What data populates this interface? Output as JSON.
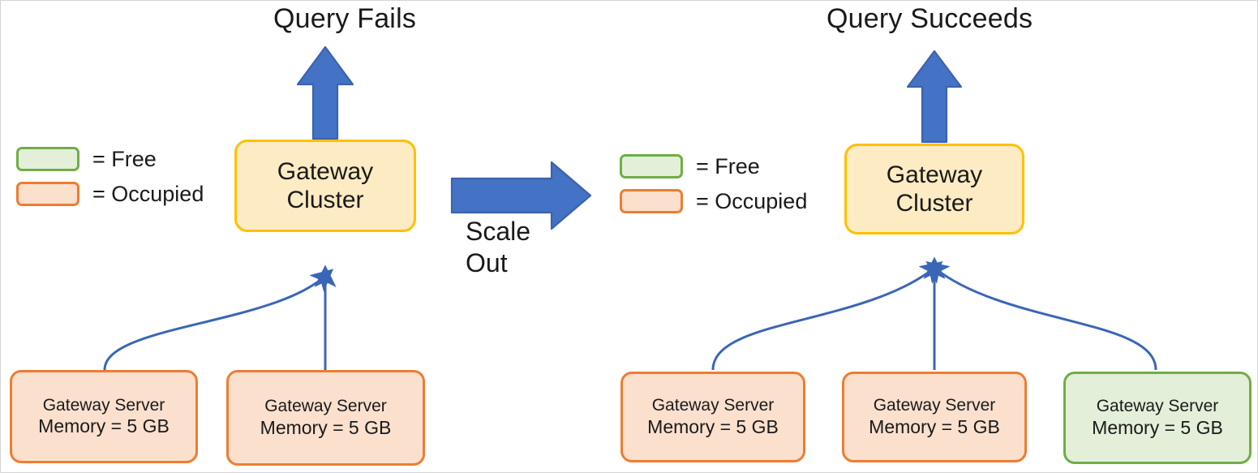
{
  "diagram": {
    "title_left": "Query Fails",
    "title_right": "Query Succeeds",
    "transition_label_line1": "Scale",
    "transition_label_line2": "Out",
    "colors": {
      "occupied_fill": "#FBE0CE",
      "occupied_border": "#ED7D31",
      "free_fill": "#E3EFD9",
      "free_border": "#70AD47",
      "cluster_fill": "#FDEBC4",
      "cluster_border": "#FFC000",
      "arrow_blue": "#4472C4",
      "connector_blue": "#3A66B5",
      "text": "#1a1a1a",
      "background": "#FFFFFF"
    }
  },
  "legend_left": {
    "rows": [
      {
        "swatch": "free-swatch",
        "label": "= Free"
      },
      {
        "swatch": "occupied-swatch",
        "label": "= Occupied"
      }
    ]
  },
  "legend_right": {
    "rows": [
      {
        "swatch": "free-swatch",
        "label": "= Free"
      },
      {
        "swatch": "occupied-swatch",
        "label": "= Occupied"
      }
    ]
  },
  "left_panel": {
    "cluster": {
      "line1": "Gateway",
      "line2": "Cluster"
    },
    "servers": [
      {
        "line1": "Gateway Server",
        "line2": "Memory = 5 GB",
        "state": "occupied"
      },
      {
        "line1": "Gateway Server",
        "line2": "Memory = 5 GB",
        "state": "occupied"
      }
    ]
  },
  "right_panel": {
    "cluster": {
      "line1": "Gateway",
      "line2": "Cluster"
    },
    "servers": [
      {
        "line1": "Gateway Server",
        "line2": "Memory = 5 GB",
        "state": "occupied"
      },
      {
        "line1": "Gateway Server",
        "line2": "Memory = 5 GB",
        "state": "occupied"
      },
      {
        "line1": "Gateway Server",
        "line2": "Memory = 5 GB",
        "state": "free"
      }
    ]
  }
}
